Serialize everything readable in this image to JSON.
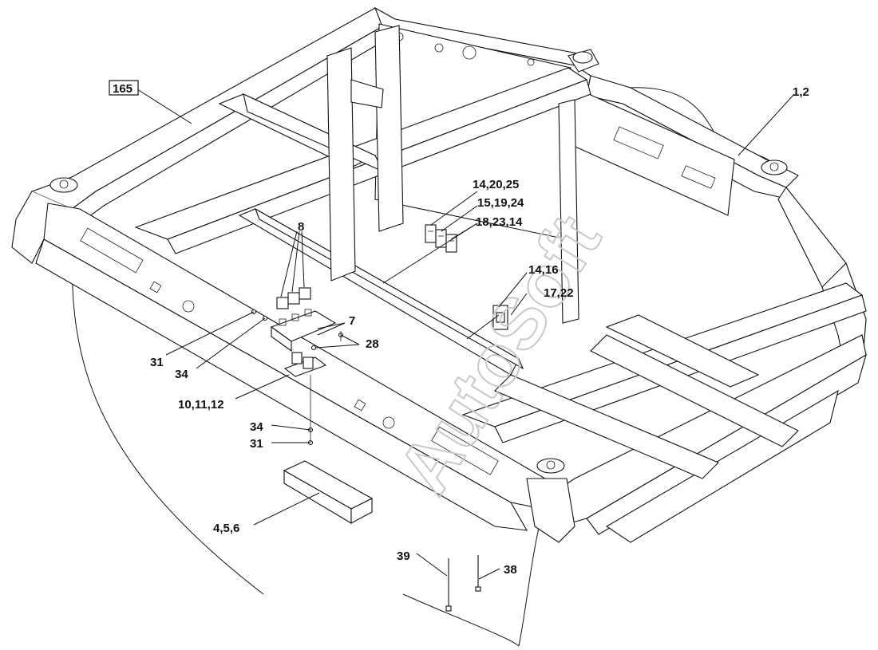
{
  "watermark": "AutoSoft",
  "callouts": {
    "c165": "165",
    "c1_2": "1,2",
    "c14_20_25": "14,20,25",
    "c15_19_24": "15,19,24",
    "c18_23_14": "18,23,14",
    "c8": "8",
    "c14_16": "14,16",
    "c17_22": "17,22",
    "c7": "7",
    "c28": "28",
    "c31_top": "31",
    "c34_top": "34",
    "c10_11_12": "10,11,12",
    "c34_bottom": "34",
    "c31_bottom": "31",
    "c4_5_6": "4,5,6",
    "c39": "39",
    "c38": "38"
  }
}
